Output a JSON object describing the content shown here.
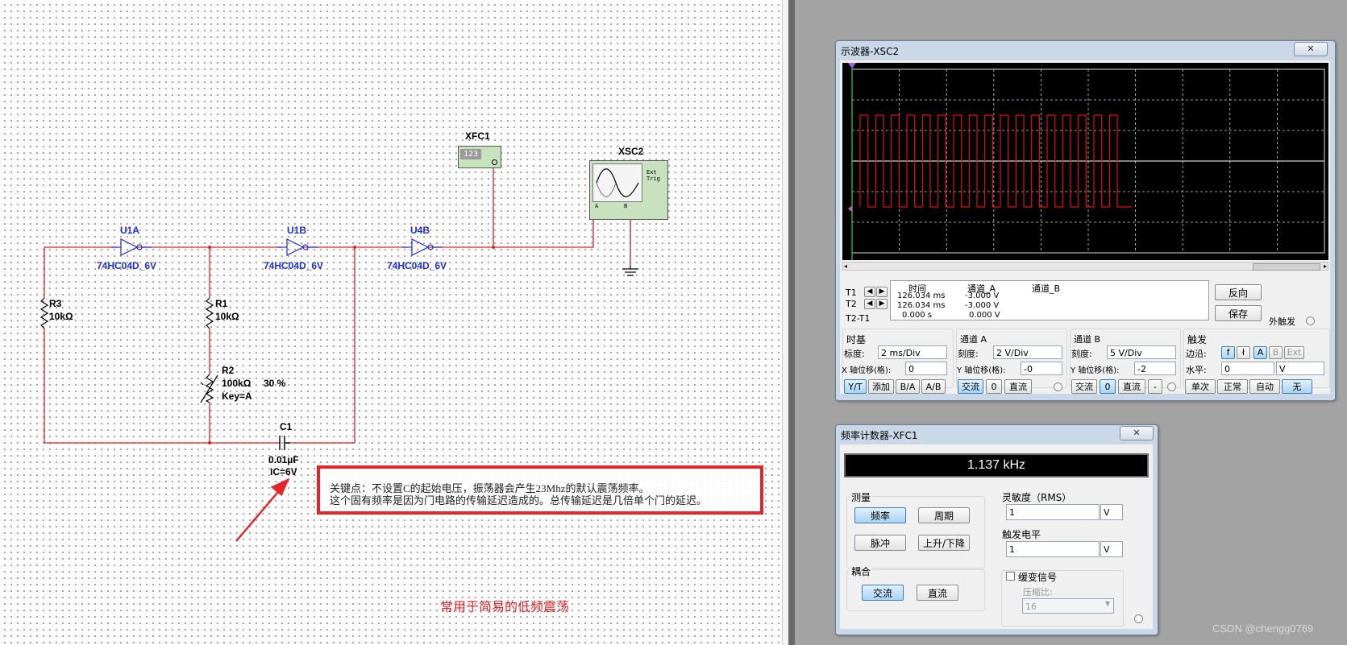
{
  "schematic": {
    "xfc1_ref": "XFC1",
    "xfc1_display": "123",
    "xsc2_ref": "XSC2",
    "xsc2_ext_trig": "Ext Trig",
    "xsc2_ch_a": "A",
    "xsc2_ch_b": "B",
    "u1a_ref": "U1A",
    "u1a_part": "74HC04D_6V",
    "u1b_ref": "U1B",
    "u1b_part": "74HC04D_6V",
    "u4b_ref": "U4B",
    "u4b_part": "74HC04D_6V",
    "r3_ref": "R3",
    "r3_value": "10kΩ",
    "r1_ref": "R1",
    "r1_value": "10kΩ",
    "r2_ref": "R2",
    "r2_value": "100kΩ",
    "r2_percent": "30 %",
    "r2_key": "Key=A",
    "c1_ref": "C1",
    "c1_value": "0.01µF",
    "c1_ic": "IC=6V",
    "note_line1": "关键点：不设置C的起始电压，振荡器会产生23Mhz的默认震荡频率。",
    "note_line2": "这个固有频率是因为门电路的传输延迟造成的。总传输延迟是几倍单个门的延迟。",
    "caption": "常用于简易的低频震荡",
    "wire_color": "#e02020",
    "note_border_color": "#e3262b"
  },
  "oscilloscope": {
    "title": "示波器-XSC2",
    "close": "✕",
    "readout": {
      "headers": [
        "时间",
        "通道_A",
        "通道_B"
      ],
      "rows": [
        {
          "label": "T1",
          "time": "126.034 ms",
          "a": "-3.000 V",
          "b": ""
        },
        {
          "label": "T2",
          "time": "126.034 ms",
          "a": "-3.000 V",
          "b": ""
        },
        {
          "label": "T2-T1",
          "time": "0.000 s",
          "a": "0.000 V",
          "b": ""
        }
      ]
    },
    "reverse_button": "反向",
    "save_button": "保存",
    "ext_trigger_label": "外触发",
    "timebase": {
      "group": "时基",
      "scale_label": "标度:",
      "scale_value": "2 ms/Div",
      "xpos_label": "X 轴位移(格):",
      "xpos_value": "0",
      "mode_buttons": [
        "Y/T",
        "添加",
        "B/A",
        "A/B"
      ]
    },
    "channel_a": {
      "group": "通道 A",
      "scale_label": "刻度:",
      "scale_value": "2  V/Div",
      "ypos_label": "Y 轴位移(格):",
      "ypos_value": "-0",
      "coupling": [
        "交流",
        "0",
        "直流"
      ]
    },
    "channel_b": {
      "group": "通道 B",
      "scale_label": "刻度:",
      "scale_value": "5  V/Div",
      "ypos_label": "Y 轴位移(格):",
      "ypos_value": "-2",
      "coupling": [
        "交流",
        "0",
        "直流",
        "-"
      ]
    },
    "trigger": {
      "group": "触发",
      "edge_label": "边沿:",
      "edge_buttons": [
        "f",
        "ł",
        "A",
        "B",
        "Ext"
      ],
      "level_label": "水平:",
      "level_value": "0",
      "level_unit": "V",
      "mode_buttons": [
        "单次",
        "正常",
        "自动",
        "无"
      ]
    },
    "trace_color": "#e01010",
    "screen_bg": "#000000",
    "waveform": {
      "cycles": 17,
      "amplitude_div": 1.5,
      "center_div": 0
    }
  },
  "counter": {
    "title": "频率计数器-XFC1",
    "close": "✕",
    "reading": "1.137 kHz",
    "measure_group": "测量",
    "measure_buttons": [
      "频率",
      "周期",
      "脉冲",
      "上升/下降"
    ],
    "sensitivity_label": "灵敏度（RMS）",
    "sensitivity_value": "1",
    "sensitivity_unit": "V",
    "trigger_level_label": "触发电平",
    "trigger_level_value": "1",
    "trigger_level_unit": "V",
    "coupling_group": "耦合",
    "coupling_buttons": [
      "交流",
      "直流"
    ],
    "slow_signal_label": "缓变信号",
    "compression_label": "压缩比:",
    "compression_value": "16"
  },
  "watermark": "CSDN @chengg0769"
}
